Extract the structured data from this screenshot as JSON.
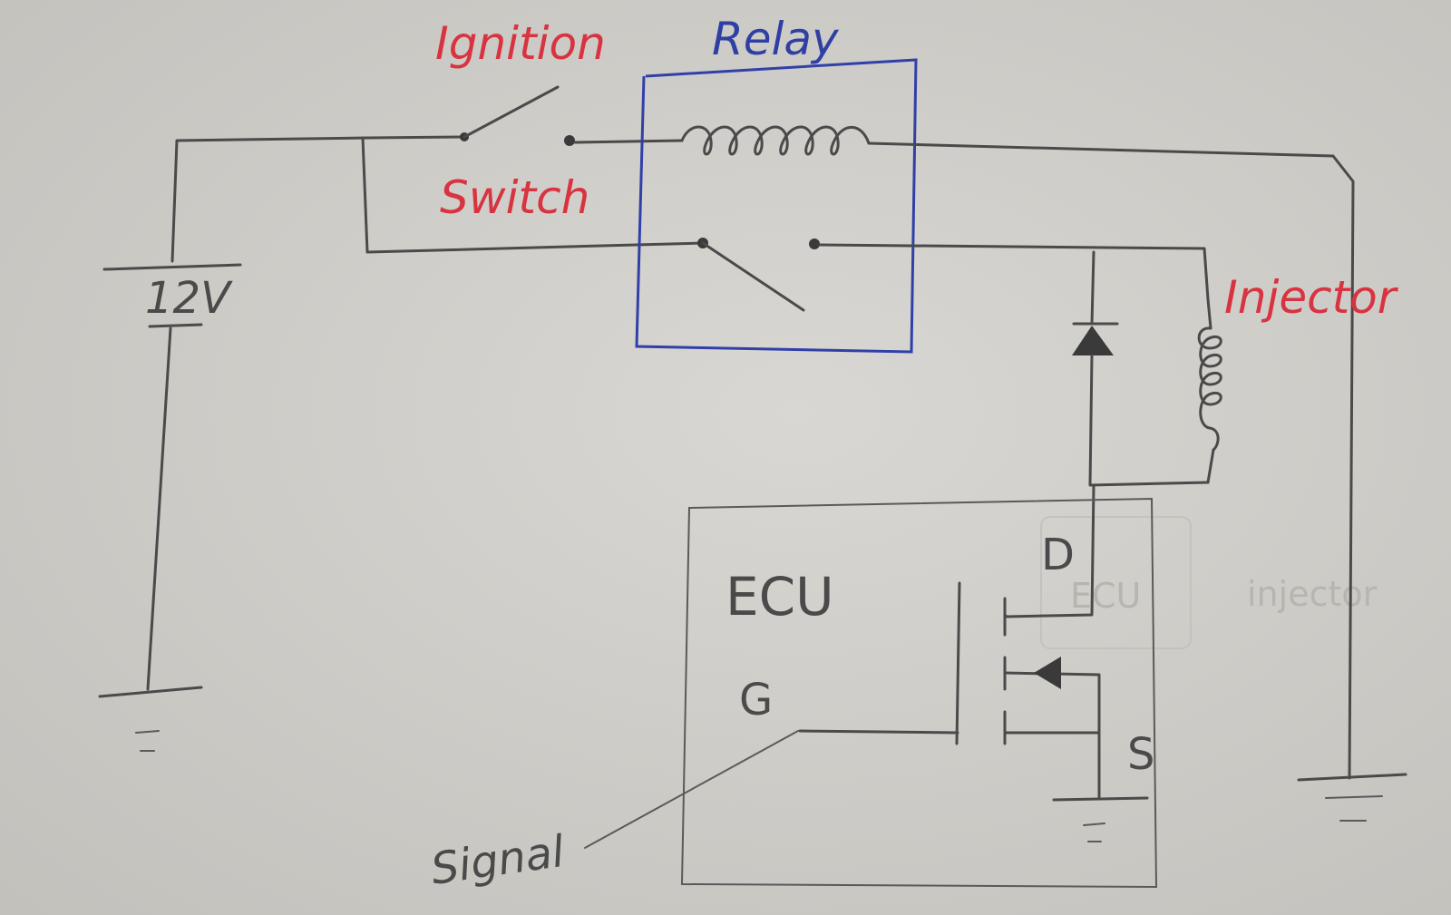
{
  "diagram": {
    "labels": {
      "ignition": "Ignition",
      "switch": "Switch",
      "relay": "Relay",
      "battery_voltage": "12V",
      "injector": "Injector",
      "ecu": "ECU",
      "drain": "D",
      "gate": "G",
      "source": "S",
      "signal": "Signal"
    },
    "ghost_text": {
      "ecu": "ECU",
      "injector": "injector"
    },
    "colors": {
      "paper": "#cfcdc9",
      "pencil": "#4a4a4a",
      "red_label": "#d83340",
      "relay_blue": "#2f3fa3"
    }
  }
}
